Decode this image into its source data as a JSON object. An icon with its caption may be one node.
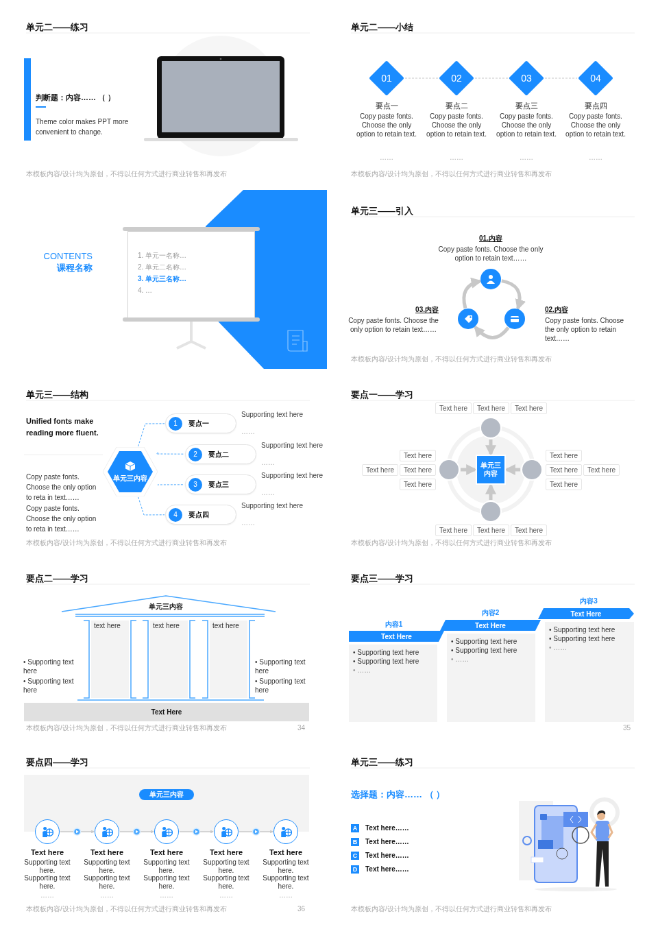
{
  "diagram": {
    "nodes": [
      {
        "text": [
          "01"
        ],
        "beside": [
          "要点一",
          "Copy paste fonts. Choose the only option to retain text."
        ]
      },
      {
        "text": [
          "02"
        ],
        "beside": [
          "要点二",
          "Copy paste fonts. Choose the only option to retain text."
        ]
      },
      {
        "text": [
          "03"
        ],
        "beside": [
          "要点三",
          "Copy paste fonts. Choose the only option to retain text."
        ]
      },
      {
        "text": [
          "04"
        ],
        "beside": [
          "要点四",
          "Copy paste fonts. Choose the only option to retain text."
        ]
      },
      {
        "text": [
          "1. 单元一名称…",
          "2. 单元二名称…",
          "3. 单元三名称…",
          "4. …"
        ]
      },
      {
        "text": [],
        "shape": "circle",
        "beside": [
          "01.内容",
          "Copy paste fonts. Choose the only option to retain text……"
        ]
      },
      {
        "text": [],
        "shape": "circle",
        "beside": [
          "02.内容",
          "Copy paste fonts. Choose the only option to retain text……"
        ]
      },
      {
        "text": [],
        "shape": "circle",
        "beside": [
          "03.内容",
          "Copy paste fonts. Choose the only option to retain text……"
        ]
      },
      {
        "text": [
          "单元三内容"
        ]
      },
      {
        "text": [
          "1",
          "要点一"
        ],
        "beside": [
          "Supporting text here",
          "……"
        ]
      },
      {
        "text": [
          "2",
          "要点二"
        ],
        "beside": [
          "Supporting text here",
          "……"
        ]
      },
      {
        "text": [
          "3",
          "要点三"
        ],
        "beside": [
          "Supporting text here",
          "……"
        ]
      },
      {
        "text": [
          "4",
          "要点四"
        ],
        "beside": [
          "Supporting text here",
          "……"
        ]
      },
      {
        "text": [
          "单元三内容"
        ]
      },
      {
        "text": [],
        "shape": "circle"
      },
      {
        "text": [],
        "shape": "circle"
      },
      {
        "text": [],
        "shape": "circle"
      },
      {
        "text": [],
        "shape": "circle"
      },
      {
        "text": [
          "Text here"
        ]
      },
      {
        "text": [
          "Text here"
        ]
      },
      {
        "text": [
          "Text here"
        ]
      },
      {
        "text": [
          "Text here"
        ]
      },
      {
        "text": [
          "Text here"
        ]
      },
      {
        "text": [
          "Text here"
        ]
      },
      {
        "text": [
          "Text here"
        ]
      },
      {
        "text": [
          "Text here"
        ]
      },
      {
        "text": [
          "Text here"
        ]
      },
      {
        "text": [
          "Text here"
        ]
      },
      {
        "text": [
          "Text here"
        ]
      },
      {
        "text": [
          "Text here"
        ]
      },
      {
        "text": [
          "Text here"
        ]
      },
      {
        "text": [
          "Text here"
        ]
      },
      {
        "text": [
          "text here"
        ]
      },
      {
        "text": [
          "text here"
        ]
      },
      {
        "text": [
          "text here"
        ]
      },
      {
        "text": [
          "Text Here"
        ]
      },
      {
        "text": [
          "Text Here"
        ],
        "beside": [
          "内容1"
        ]
      },
      {
        "text": [
          "• Supporting text here",
          "• Supporting text here",
          "• ……"
        ]
      },
      {
        "text": [
          "Text Here"
        ],
        "beside": [
          "内容2"
        ]
      },
      {
        "text": [
          "• Supporting text here",
          "• Supporting text here",
          "• ……"
        ]
      },
      {
        "text": [
          "Text Here"
        ],
        "beside": [
          "内容3"
        ]
      },
      {
        "text": [
          "• Supporting text here",
          "• Supporting text here",
          "• ……"
        ]
      },
      {
        "text": [
          "单元三内容"
        ]
      },
      {
        "text": [],
        "shape": "circle",
        "beside": [
          "Text here",
          "Supporting text here.",
          "Supporting text here."
        ]
      },
      {
        "text": [],
        "shape": "circle",
        "beside": [
          "Text here",
          "Supporting text here.",
          "Supporting text here."
        ]
      },
      {
        "text": [],
        "shape": "circle",
        "beside": [
          "Text here",
          "Supporting text here.",
          "Supporting text here."
        ]
      },
      {
        "text": [],
        "shape": "circle",
        "beside": [
          "Text here",
          "Supporting text here.",
          "Supporting text here."
        ]
      },
      {
        "text": [],
        "shape": "circle",
        "beside": [
          "Text here",
          "Supporting text here.",
          "Supporting text here."
        ]
      },
      {
        "text": [
          "A"
        ],
        "beside": [
          "Text here……"
        ]
      },
      {
        "text": [
          "B"
        ],
        "beside": [
          "Text here……"
        ]
      },
      {
        "text": [
          "C"
        ],
        "beside": [
          "Text here……"
        ]
      },
      {
        "text": [
          "D"
        ],
        "beside": [
          "Text here……"
        ]
      }
    ],
    "edges": [
      {
        "from": 0,
        "to": 1,
        "arrow": "none",
        "style": "dashed"
      },
      {
        "from": 1,
        "to": 2,
        "arrow": "none",
        "style": "dashed"
      },
      {
        "from": 2,
        "to": 3,
        "arrow": "none",
        "style": "dashed"
      },
      {
        "from": 5,
        "to": 6,
        "arrow": "to",
        "style": "thick"
      },
      {
        "from": 6,
        "to": 7,
        "arrow": "to",
        "style": "thick"
      },
      {
        "from": 7,
        "to": 5,
        "arrow": "to",
        "style": "thick"
      },
      {
        "from": 8,
        "to": 9,
        "arrow": "none",
        "style": "dashed",
        "color": "#4aa8ff"
      },
      {
        "from": 8,
        "to": 10,
        "arrow": "none",
        "style": "dashed",
        "color": "#4aa8ff"
      },
      {
        "from": 8,
        "to": 11,
        "arrow": "none",
        "style": "dashed",
        "color": "#4aa8ff"
      },
      {
        "from": 8,
        "to": 12,
        "arrow": "none",
        "style": "dashed",
        "color": "#4aa8ff"
      },
      {
        "from": 14,
        "to": 13,
        "arrow": "to",
        "style": "thick"
      },
      {
        "from": 15,
        "to": 13,
        "arrow": "to",
        "style": "thick"
      },
      {
        "from": 16,
        "to": 13,
        "arrow": "to",
        "style": "thick"
      },
      {
        "from": 17,
        "to": 13,
        "arrow": "to",
        "style": "thick"
      },
      {
        "from": 43,
        "to": 44,
        "arrow": "to"
      },
      {
        "from": 44,
        "to": 45,
        "arrow": "to"
      },
      {
        "from": 45,
        "to": 46,
        "arrow": "to"
      },
      {
        "from": 46,
        "to": 47,
        "arrow": "to"
      }
    ],
    "labels": [
      "单元二——练习",
      "判断题：内容…… （ ）",
      "Theme color makes PPT more convenient to change.",
      "本模板内容/设计均为原创，不得以任何方式进行商业转售和再发布",
      "单元二——小结",
      "……",
      "……",
      "……",
      "……",
      "本模板内容/设计均为原创，不得以任何方式进行商业转售和再发布",
      "CONTENTS",
      "课程名称",
      "单元三——引入",
      "本模板内容/设计均为原创，不得以任何方式进行商业转售和再发布",
      "单元三——结构",
      "Unified fonts make reading more fluent.",
      "Copy paste fonts. Choose the only option to reta in text……",
      "Copy paste fonts. Choose the only option to reta in text……",
      "本模板内容/设计均为原创，不得以任何方式进行商业转售和再发布",
      "要点一——学习",
      "本模板内容/设计均为原创，不得以任何方式进行商业转售和再发布",
      "要点二——学习",
      "单元三内容",
      "• Supporting text here",
      "• Supporting text here",
      "• Supporting text here",
      "• Supporting text here",
      "本模板内容/设计均为原创，不得以任何方式进行商业转售和再发布",
      "34",
      "要点三——学习",
      "35",
      "要点四——学习",
      "……",
      "……",
      "……",
      "……",
      "……",
      "本模板内容/设计均为原创，不得以任何方式进行商业转售和再发布",
      "36",
      "单元三——练习",
      "选择题：内容…… （ ）",
      "本模板内容/设计均为原创，不得以任何方式进行商业转售和再发布"
    ]
  }
}
